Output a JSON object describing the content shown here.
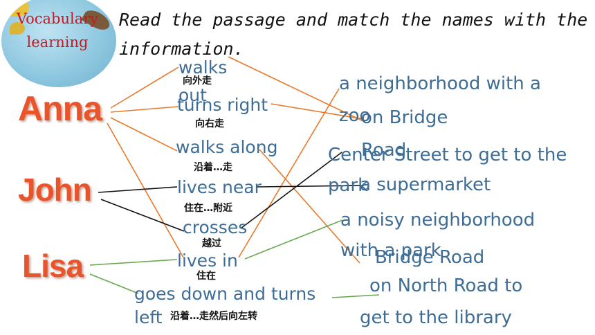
{
  "badge": {
    "text": "Vocabulary learning"
  },
  "instruction": "Read the passage and match the names with the information.",
  "names": {
    "anna": "Anna",
    "john": "John",
    "lisa": "Lisa"
  },
  "phrases": [
    {
      "en": "walks out",
      "cn": "向外走"
    },
    {
      "en": "turns right",
      "cn": "向右走"
    },
    {
      "en": "walks along",
      "cn": "沿着…走"
    },
    {
      "en": "lives near",
      "cn": "住在…附近"
    },
    {
      "en": "crosses",
      "cn": "越过"
    },
    {
      "en": "lives in",
      "cn": "住在"
    },
    {
      "en": "goes down and turns left",
      "cn": "沿着…走然后向左转"
    }
  ],
  "info": [
    "a neighborhood with a zoo",
    "on Bridge",
    "Center Street to get to the park",
    "Road",
    "a supermarket",
    "a noisy neighborhood with a park",
    "Bridge Road",
    "on North Road to",
    "get to the library"
  ],
  "colors": {
    "name": "#e9542a",
    "phrase": "#3d6d96",
    "orange_line": "#e8782a",
    "black_line": "#111111",
    "green_line": "#6aa84f"
  }
}
